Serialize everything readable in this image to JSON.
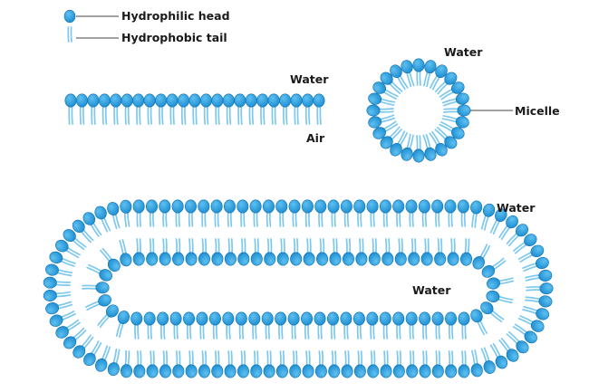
{
  "labels": {
    "head": "Hydrophilic head",
    "tail": "Hydrophobic tail",
    "water_monolayer": "Water",
    "air": "Air",
    "water_micelle": "Water",
    "micelle": "Micelle",
    "water_outside": "Water",
    "water_inside": "Water"
  },
  "colors": {
    "head_fill": "#1E8FD2",
    "head_highlight": "#5FC0F0",
    "head_stroke": "#0F6FB0",
    "tail": "#7EC8EE",
    "leader_line": "#444444"
  },
  "icons": {
    "legend_head": "hydrophilic-head-icon",
    "legend_tail": "hydrophobic-tail-icon"
  }
}
